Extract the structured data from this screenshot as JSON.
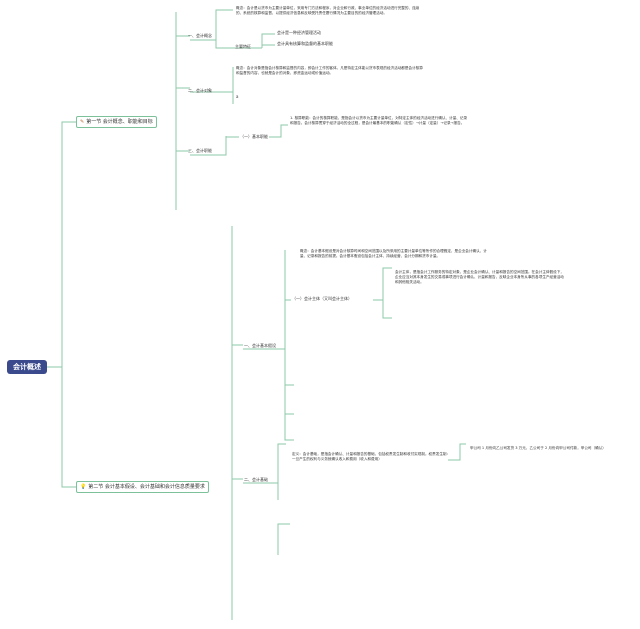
{
  "root": {
    "label": "会计概述"
  },
  "sections": [
    {
      "icon": "pencil-icon",
      "label": "第一节 会计概念、职能和目标",
      "items": [
        {
          "label": "一、会计概念",
          "concept": "概念：会计是以货币为主要计量单位，采用专门方法和程序，对企业和行政、事业单位的经济活动进行完整的、连续的、系统的核算和监督，以提供经济信息和反映受托责任履行情况为主要目的的经济管理活动。",
          "feature_label": "主要特征",
          "features": [
            "会计是一种经济管理活动",
            "会计具有核算和监督的基本职能"
          ]
        },
        {
          "label": "二、会计对象",
          "text": "概念：会计对象是指会计核算和监督的内容，即会计工作的客体。凡是特定主体能以货币表现的经济活动都是会计核算和监督的内容，也就是会计的对象，即资金运动或价值运动。",
          "extra": "a"
        },
        {
          "label": "三、会计职能",
          "sub_label": "（一）基本职能",
          "text": "1. 核算职能：会计的核算职能，是指会计以货币为主要计量单位，对特定主体的经济活动进行确认、计量、记录和报告。会计核算贯穿于经济活动的全过程，是会计最基本的职能确认（定性）→计量（定量）→记录→报告。"
        }
      ]
    },
    {
      "icon": "lightbulb-icon",
      "label": "第二节 会计基本假设、会计基础和会计信息质量要求",
      "items": [
        {
          "label": "一、会计基本假设",
          "concept": "概念：会计基本假设是对会计核算时间和空间范围以及所采用的主要计量单位等所作的合理假定，是企业会计确认、计量、记录和报告的前提。会计基本假设包括会计主体、持续经营、会计分期和货币计量。",
          "sub_label": "（一）会计主体（又叫会计主体）",
          "text": "会计主体，是指会计工作服务的特定对象，是企业会计确认、计量和报告的空间范围。在会计主体假设下，企业应当对其本身发生的交易或事项进行会计确认、计量和报告，反映企业本身所从事的各项生产经营活动和其他相关活动。"
        },
        {
          "label": "二、会计基础",
          "text": "定义：会计基础，是指会计确认、计量和报告的基础，包括权责发生制和收付实现制。权责发生制：一旦产生的权利与义务就确认收入和费用（收入和费用）",
          "example": "甲公司 1 月份向乙公司发货 3 万元，乙公司于 2 月份向甲公司付款，甲公司（确认）"
        }
      ]
    }
  ]
}
